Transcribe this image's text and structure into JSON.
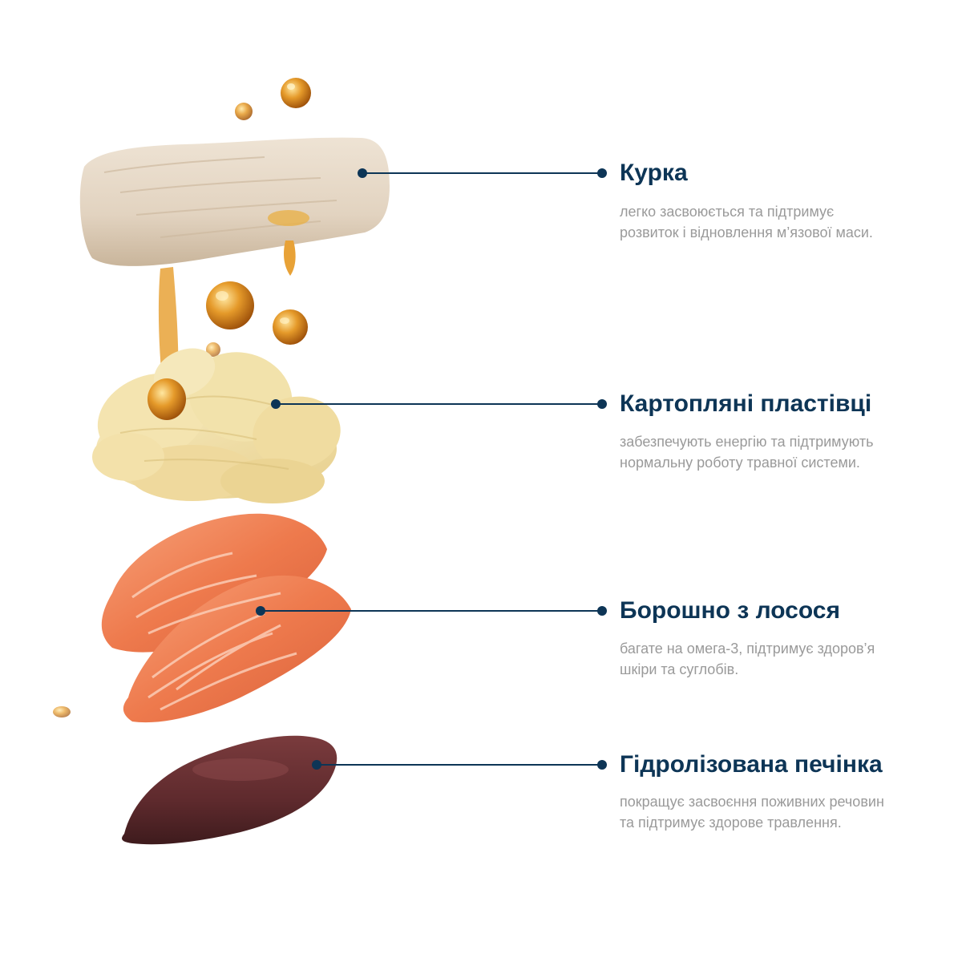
{
  "colors": {
    "title": "#0d3556",
    "description": "#9a9a9a",
    "connector": "#0d3556",
    "background": "#ffffff"
  },
  "ingredients": [
    {
      "title": "Курка",
      "description": "легко засвоюється та підтримує розвиток і відновлення м’язової маси.",
      "image": "chicken-breast-image"
    },
    {
      "title": "Картопляні пластівці",
      "description": "забезпечують енергію та підтримують нормальну роботу травної системи.",
      "image": "potato-flakes-image"
    },
    {
      "title": "Борошно з лосося",
      "description": "багате на омега-3, підтримує здоров’я шкіри та суглобів.",
      "image": "salmon-fillet-image"
    },
    {
      "title": "Гідролізована печінка",
      "description": "покращує засвоєння поживних речовин та підтримує здорове травлення.",
      "image": "liver-image"
    }
  ]
}
